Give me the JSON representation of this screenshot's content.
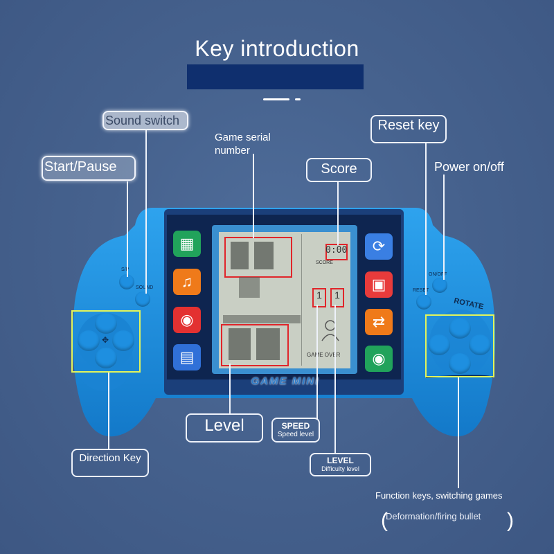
{
  "header": {
    "title": "Key introduction"
  },
  "labels": {
    "sound_switch": "Sound switch",
    "start_pause": "Start/Pause",
    "game_serial": "Game serial number",
    "score": "Score",
    "reset_key": "Reset key",
    "power": "Power on/off",
    "level": "Level",
    "speed_title": "SPEED",
    "speed_sub": "Speed level",
    "level_title": "LEVEL",
    "level_sub": "Difficulty level",
    "direction_key": "Direction Key",
    "function_keys": "Function keys, switching games",
    "deformation": "Deformation/firing bullet"
  },
  "device": {
    "banner": "GAME MINI",
    "sp_label": "S/P",
    "sound_label": "SOUND",
    "reset_label": "RESET",
    "onoff_label": "ON/OFF",
    "rotate_label": "ROTATE",
    "score_display": "0:00",
    "score_small": "SCORE",
    "game_over": "GAME  OVER",
    "speed_digit": "1",
    "level_digit": "1"
  },
  "colors": {
    "background": "#46628e",
    "console": "#1e8fe0",
    "title_bar": "#0f2f6e",
    "highlight_yellow": "#e3f55a",
    "highlight_red": "#e0252a"
  }
}
